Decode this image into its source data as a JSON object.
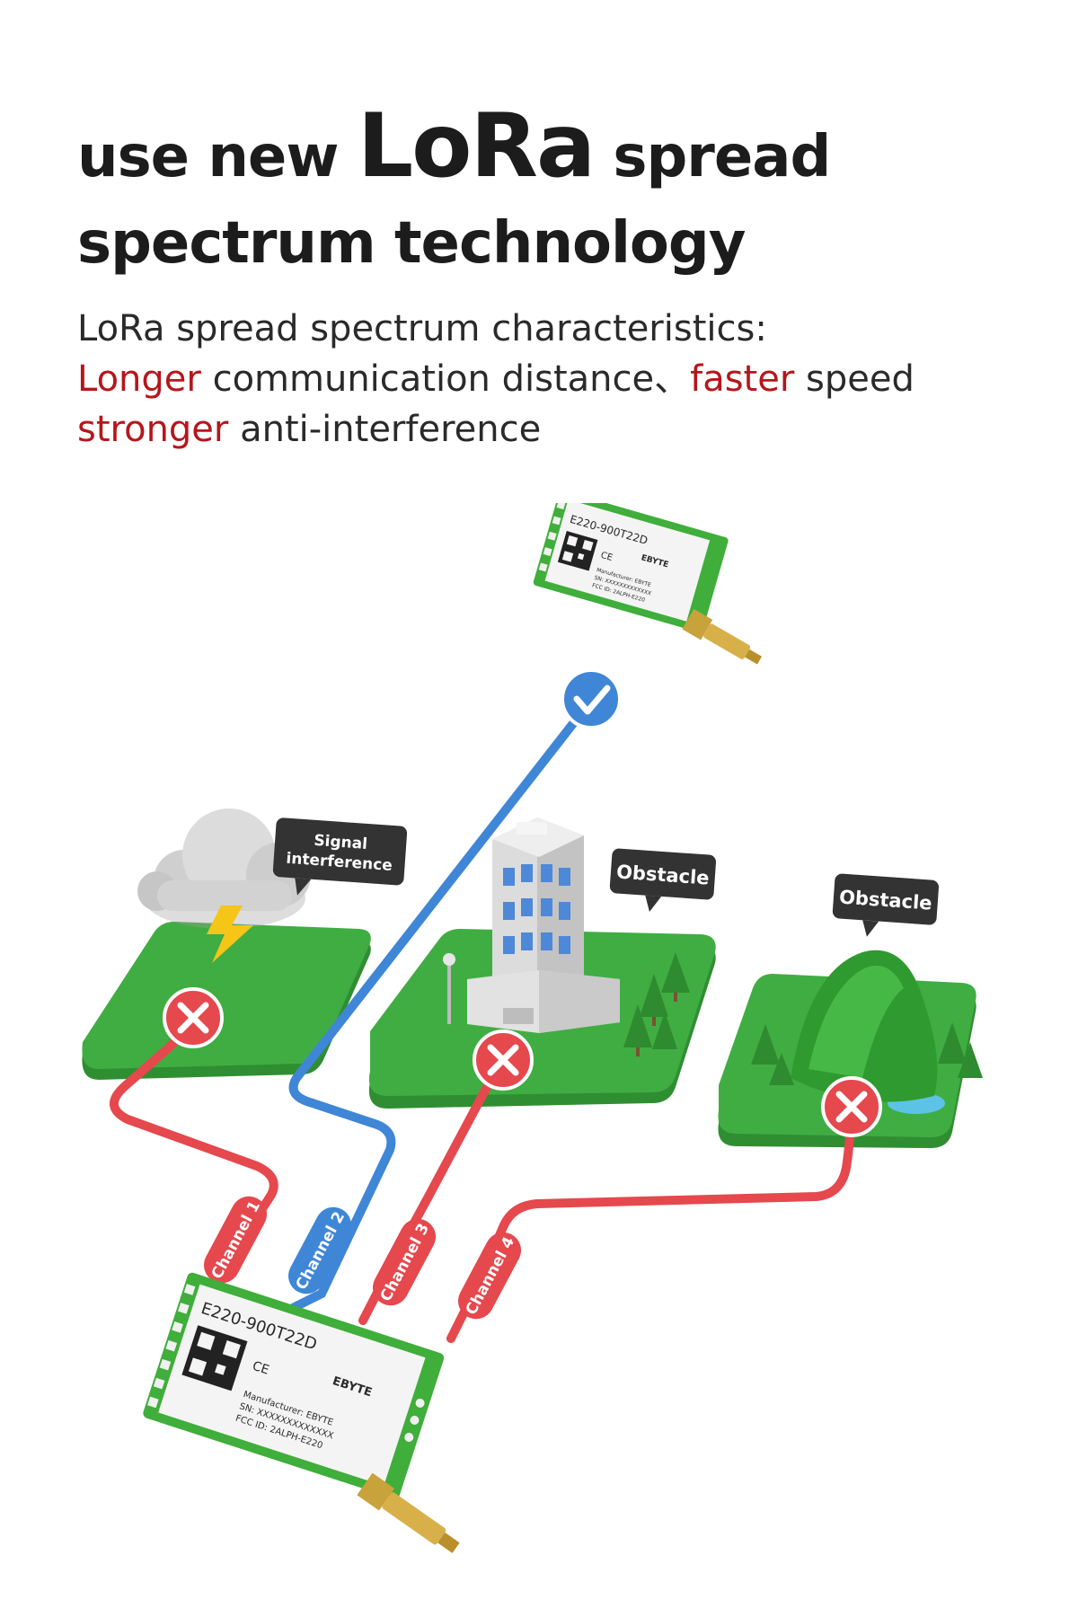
{
  "headline": {
    "part1": "use new",
    "emph": "LoRa",
    "part2": "spread",
    "line2": "spectrum technology"
  },
  "subtitle": {
    "line1": "LoRa spread spectrum characteristics:",
    "longer": "Longer",
    "comm": " communication distance、",
    "faster": "faster",
    "speed": " speed",
    "stronger": "stronger",
    "anti": " anti-interference"
  },
  "bubbles": {
    "signal_line1": "Signal",
    "signal_line2": "interference",
    "obstacle_building": "Obstacle",
    "obstacle_mountain": "Obstacle"
  },
  "channels": {
    "ch1": "Channel 1",
    "ch2": "Channel 2",
    "ch3": "Channel 3",
    "ch4": "Channel 4"
  },
  "module_top": {
    "model": "E220-900T22D",
    "brand": "EBYTE",
    "manufacturer": "Manufacturer: EBYTE",
    "sn": "SN: XXXXXXXXXXXXX",
    "fcc": "FCC ID: 2ALPH-E220",
    "ce": "CE"
  },
  "module_bottom": {
    "model": "E220-900T22D",
    "brand": "EBYTE",
    "manufacturer": "Manufacturer: EBYTE",
    "sn": "SN: XXXXXXXXXXXXX",
    "fcc": "FCC ID: 2ALPH-E220",
    "ce": "CE"
  },
  "colors": {
    "accent_red": "#b5161c",
    "channel_red": "#e5484d",
    "channel_blue": "#3f86d6",
    "ground_green": "#3aa53c",
    "pcb_green": "#3fae3a",
    "bubble_dark": "#333333"
  },
  "icons": {
    "check": "check-icon",
    "cross": "cross-icon",
    "cloud": "cloud-icon",
    "lightning": "lightning-icon",
    "building": "building-icon",
    "mountain": "mountain-icon",
    "antenna": "antenna-icon",
    "qr": "qr-code-icon"
  }
}
